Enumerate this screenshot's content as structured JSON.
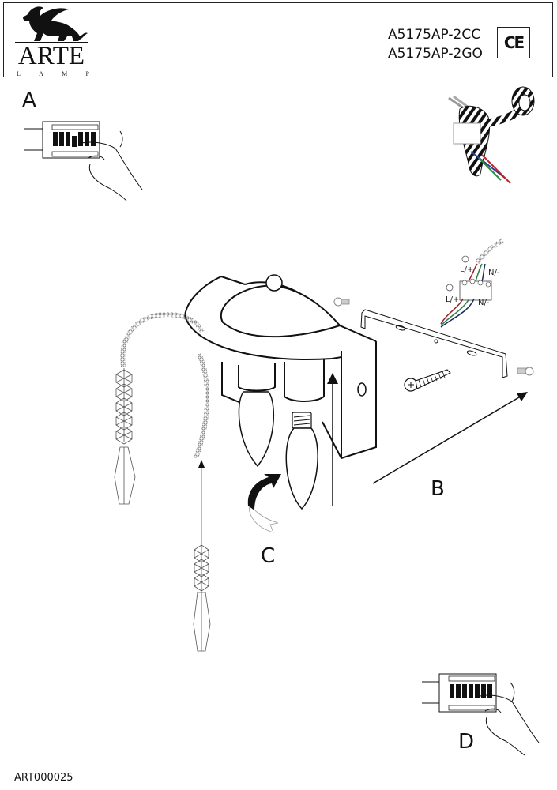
{
  "header": {
    "brand": "ARTE",
    "brand_sub": [
      "L",
      "A",
      "M",
      "P"
    ],
    "models": [
      "A5175AP-2CC",
      "A5175AP-2GO"
    ],
    "certification": "CE"
  },
  "steps": {
    "a": "A",
    "b": "B",
    "c": "C",
    "d": "D"
  },
  "wiring_labels": {
    "upper_line": "L/+",
    "upper_neutral": "N/-",
    "lower_line": "L/+",
    "lower_neutral": "N/-"
  },
  "wire_colors": {
    "line": "#9b1c2a",
    "earth": "#2e7d4f",
    "neutral": "#1c2c5a",
    "tape_insulation": "#111111"
  },
  "icons": [
    "winged-lion-logo-icon",
    "ce-mark-icon",
    "breaker-panel-icon",
    "hand-icon",
    "electrical-tape-icon",
    "terminal-block-icon",
    "earth-ground-icon",
    "screw-icon",
    "mounting-bracket-icon",
    "light-bulb-icon",
    "rotate-arrow-icon",
    "crystal-pendant-icon"
  ],
  "footer": {
    "doc_code": "ART000025"
  }
}
